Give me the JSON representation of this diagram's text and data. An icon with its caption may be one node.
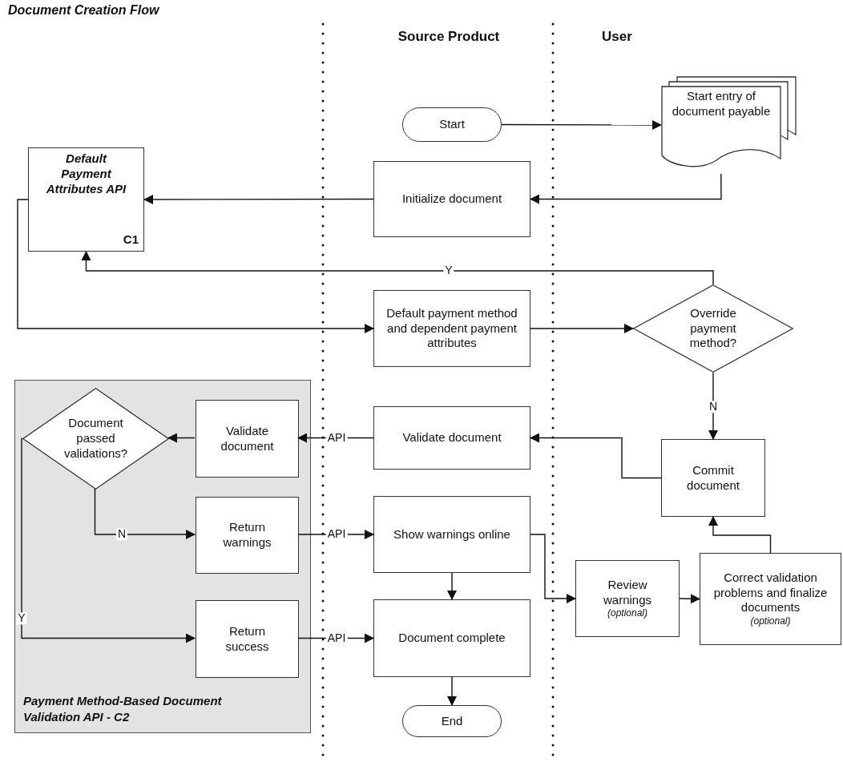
{
  "diagram": {
    "title": "Document Creation Flow",
    "nodes": [
      {
        "text": [
          "Start"
        ]
      },
      {
        "text": [
          "Start entry of document payable"
        ]
      },
      {
        "text": [
          "Default Payment Attributes API",
          "C1"
        ]
      },
      {
        "text": [
          "Initialize document"
        ]
      },
      {
        "text": [
          "Default payment method and dependent payment attributes"
        ]
      },
      {
        "text": [
          "Override payment method?"
        ]
      },
      {
        "text": [
          "Payment Method-Based Document Validation API - C2"
        ]
      },
      {
        "text": [
          "Document passed validations?"
        ],
        "in": 6
      },
      {
        "text": [
          "Validate document"
        ],
        "in": 6
      },
      {
        "text": [
          "Return warnings"
        ],
        "in": 6
      },
      {
        "text": [
          "Return success"
        ],
        "in": 6
      },
      {
        "text": [
          "Validate document"
        ]
      },
      {
        "text": [
          "Commit document"
        ]
      },
      {
        "text": [
          "Show warnings online"
        ]
      },
      {
        "text": [
          "Review warnings",
          "(optional)"
        ]
      },
      {
        "text": [
          "Correct validation problems and finalize documents",
          "(optional)"
        ]
      },
      {
        "text": [
          "Document complete"
        ]
      },
      {
        "text": [
          "End"
        ]
      }
    ],
    "edges": [
      {
        "from": 0,
        "to": 1,
        "arrow": "to"
      },
      {
        "from": 1,
        "to": 3,
        "arrow": "to"
      },
      {
        "from": 3,
        "to": 2,
        "arrow": "to"
      },
      {
        "from": 5,
        "to": 2,
        "arrow": "to",
        "label": "Y"
      },
      {
        "from": 2,
        "to": 4,
        "arrow": "to"
      },
      {
        "from": 4,
        "to": 5,
        "arrow": "to"
      },
      {
        "from": 5,
        "to": 12,
        "arrow": "to",
        "label": "N"
      },
      {
        "from": 12,
        "to": 11,
        "arrow": "to"
      },
      {
        "from": 11,
        "to": 8,
        "arrow": "to",
        "label": "API"
      },
      {
        "from": 8,
        "to": 7,
        "arrow": "to"
      },
      {
        "from": 7,
        "to": 9,
        "arrow": "to",
        "label": "N"
      },
      {
        "from": 7,
        "to": 10,
        "arrow": "to",
        "label": "Y"
      },
      {
        "from": 9,
        "to": 13,
        "arrow": "to",
        "label": "API"
      },
      {
        "from": 10,
        "to": 16,
        "arrow": "to",
        "label": "API"
      },
      {
        "from": 13,
        "to": 16,
        "arrow": "to"
      },
      {
        "from": 13,
        "to": 14,
        "arrow": "to"
      },
      {
        "from": 14,
        "to": 15,
        "arrow": "to"
      },
      {
        "from": 15,
        "to": 12,
        "arrow": "to"
      },
      {
        "from": 16,
        "to": 17,
        "arrow": "to"
      }
    ],
    "labels": [
      "Source Product",
      "User"
    ]
  }
}
